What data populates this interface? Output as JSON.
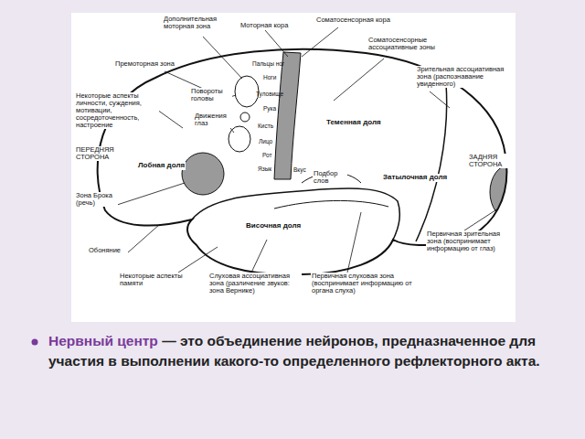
{
  "diagram": {
    "labels": [
      "Дополнительная моторная зона",
      "Моторная кора",
      "Соматосенсорная кора",
      "Соматосенсорные ассоциативные зоны",
      "Зрительная ассоциативная зона (распознавание увиденного)",
      "Премоторная зона",
      "Некоторые аспекты личности, суждения, мотивации, сосредоточенность, настроение",
      "Повороты головы",
      "Движения глаз",
      "ПЕРЕДНЯЯ СТОРОНА",
      "Лобная доля",
      "Зона Брока (речь)",
      "Обоняние",
      "Некоторые аспекты памяти",
      "Слуховая ассоциативная зона (различение звуков: зона Вернике)",
      "Височная доля",
      "Первичная слуховая зона (воспринимает информацию от органа слуха)",
      "Первичная зрительная зона (воспринимает информацию от глаз)",
      "Затылочная доля",
      "ЗАДНЯЯ СТОРОНА",
      "Теменная доля",
      "Подбор слов",
      "Пальцы ног",
      "Ноги",
      "Туловище",
      "Рука",
      "Кисть",
      "Лицо",
      "Рот",
      "Язык",
      "Вкус",
      "Нервный центр",
      "— это объединение нейронов, предназначенное для участия в выполнении какого-то определенного рефлекторного акта."
    ]
  }
}
